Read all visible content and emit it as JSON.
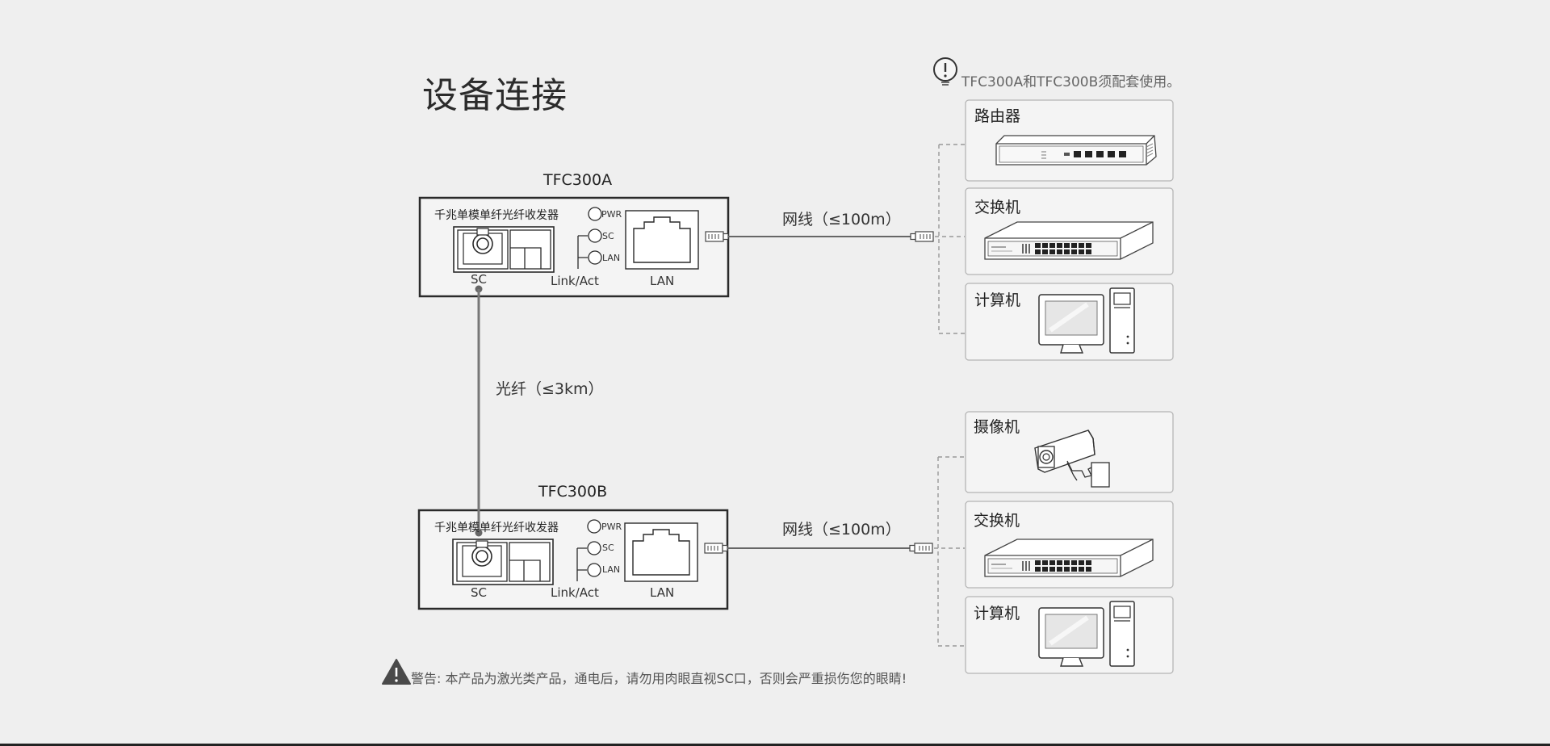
{
  "title": "设备连接",
  "note": {
    "icon": "exclamation-circle-icon",
    "text": "TFC300A和TFC300B须配套使用。"
  },
  "devices": [
    {
      "model": "TFC300A",
      "name": "千兆单模单纤光纤收发器",
      "leds": [
        "PWR",
        "SC",
        "LAN"
      ],
      "ports": {
        "sc": "SC",
        "link": "Link/Act",
        "lan": "LAN"
      }
    },
    {
      "model": "TFC300B",
      "name": "千兆单模单纤光纤收发器",
      "leds": [
        "PWR",
        "SC",
        "LAN"
      ],
      "ports": {
        "sc": "SC",
        "link": "Link/Act",
        "lan": "LAN"
      }
    }
  ],
  "fiber_label": "光纤（≤3km）",
  "cable_label_a": "网线（≤100m）",
  "cable_label_b": "网线（≤100m）",
  "targets_a": [
    {
      "label": "路由器",
      "icon": "router-icon"
    },
    {
      "label": "交换机",
      "icon": "switch-icon"
    },
    {
      "label": "计算机",
      "icon": "computer-icon"
    }
  ],
  "targets_b": [
    {
      "label": "摄像机",
      "icon": "camera-icon"
    },
    {
      "label": "交换机",
      "icon": "switch-icon"
    },
    {
      "label": "计算机",
      "icon": "computer-icon"
    }
  ],
  "warning": {
    "icon": "warning-triangle-icon",
    "text": "警告: 本产品为激光类产品，通电后，请勿用肉眼直视SC口，否则会严重损伤您的眼睛!"
  }
}
